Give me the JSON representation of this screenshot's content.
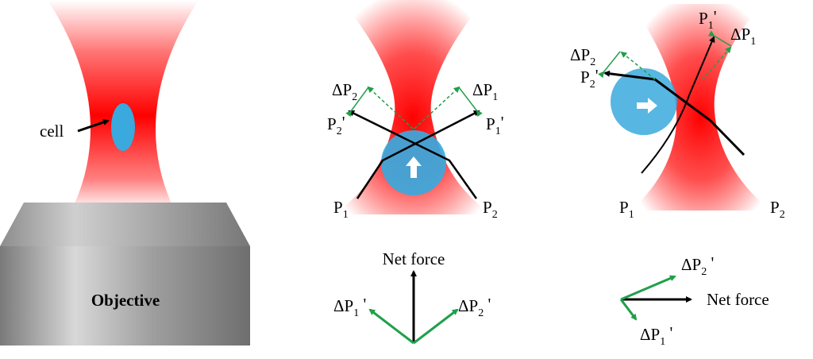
{
  "colors": {
    "beam": "#ff0000",
    "cell": "#3aa9dd",
    "green": "#1fa04a",
    "objective": "#a9a9a9"
  },
  "panel1": {
    "cell_label": "cell",
    "objective_label": "Objective"
  },
  "panel2": {
    "dp2": "ΔP",
    "dp2_sub": "2",
    "dp1": "ΔP",
    "dp1_sub": "1",
    "p2p": "P",
    "p2p_sub": "2",
    "p2p_prime": "'",
    "p1p": "P",
    "p1p_sub": "1",
    "p1p_prime": "'",
    "p1": "P",
    "p1_sub": "1",
    "p2": "P",
    "p2_sub": "2",
    "net_force": "Net force",
    "force_dp1": "ΔP",
    "force_dp1_sub": "1",
    "force_dp1_prime": " '",
    "force_dp2": "ΔP",
    "force_dp2_sub": "2",
    "force_dp2_prime": " '"
  },
  "panel3": {
    "dp2": "ΔP",
    "dp2_sub": "2",
    "dp1": "ΔP",
    "dp1_sub": "1",
    "p2p": "P",
    "p2p_sub": "2",
    "p2p_prime": "'",
    "p1p": "P",
    "p1p_sub": "1",
    "p1p_prime": "'",
    "p1": "P",
    "p1_sub": "1",
    "p2": "P",
    "p2_sub": "2",
    "net_force": "Net force",
    "force_dp1": "ΔP",
    "force_dp1_sub": "1",
    "force_dp1_prime": " '",
    "force_dp2": "ΔP",
    "force_dp2_sub": "2",
    "force_dp2_prime": " '"
  }
}
